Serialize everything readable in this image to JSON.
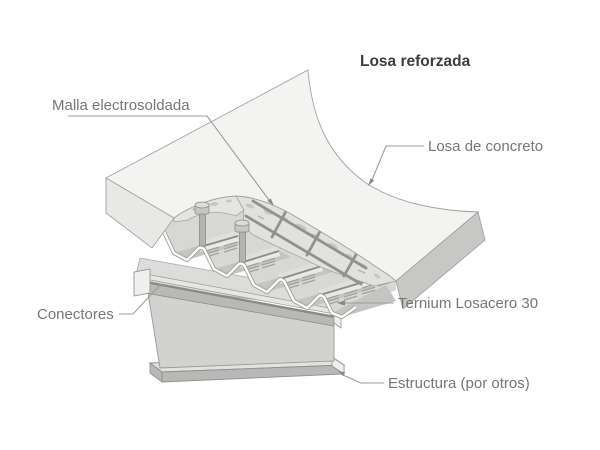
{
  "title": "Losa reforzada",
  "labels": {
    "mesh": "Malla electrosoldada",
    "concrete_slab": "Losa de concreto",
    "connectors": "Conectores",
    "deck": "Ternium Losacero 30",
    "structure": "Estructura (por otros)"
  },
  "diagram": {
    "type": "isometric cutaway technical illustration",
    "subject": "Composite reinforced slab system (steel deck + concrete)",
    "parts": [
      "Losa de concreto",
      "Malla electrosoldada",
      "Conectores",
      "Ternium Losacero 30",
      "Estructura (por otros)"
    ],
    "colors": {
      "background": "#ffffff",
      "concrete_top": "#f3f3f1",
      "concrete_cut_face": "#e2e2e0",
      "slab_edge_face": "#c7c7c5",
      "deck_face": "#d7d7d5",
      "deck_valley": "#c4c4c2",
      "deck_crest_highlight": "#e9e9e7",
      "dark_edge_lines": "#8a8a88",
      "beam_web": "#d2d2d0",
      "beam_flange_face": "#b8b8b6",
      "mesh_rod": "#91918f",
      "label_text": "#767674",
      "title_text": "#3d3d3b",
      "leader_line": "#9c9c9a"
    }
  }
}
